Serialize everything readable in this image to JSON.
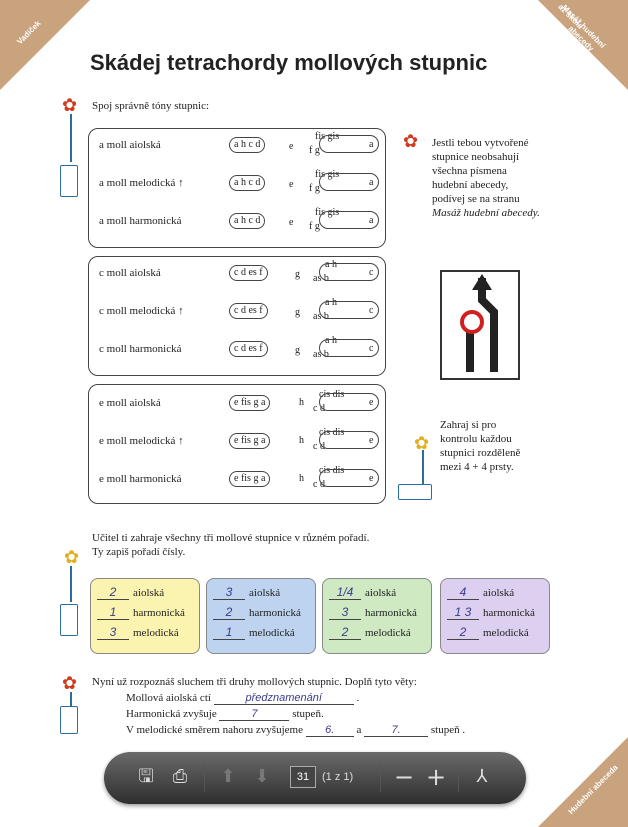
{
  "corners": {
    "top_left": "Vadiček",
    "top_right_line1": "až škola",
    "top_right_line2": "Masáž hudební",
    "top_right_line3": "abecedy",
    "bottom_right": "Hudební abeceda"
  },
  "title": "Skádej tetrachordy mollových stupnic",
  "instruction1": "Spoj správně tóny stupnic:",
  "groups": [
    {
      "rows": [
        {
          "label": "a moll aiolská",
          "notes": "a h c d",
          "mid": "e",
          "up": "fis   gis",
          "low": "f     g",
          "end": "a"
        },
        {
          "label": "a moll melodická ↑",
          "notes": "a h c d",
          "mid": "e",
          "up": "fis   gis",
          "low": "f     g",
          "end": "a"
        },
        {
          "label": "a moll harmonická",
          "notes": "a h c d",
          "mid": "e",
          "up": "fis   gis",
          "low": "f     g",
          "end": "a"
        }
      ]
    },
    {
      "rows": [
        {
          "label": "c moll aiolská",
          "notes": "c d es f",
          "mid": "g",
          "up": "a    h",
          "low": "as    b",
          "end": "c"
        },
        {
          "label": "c moll melodická ↑",
          "notes": "c d es f",
          "mid": "g",
          "up": "a    h",
          "low": "as    b",
          "end": "c"
        },
        {
          "label": "c moll harmonická",
          "notes": "c d es f",
          "mid": "g",
          "up": "a    h",
          "low": "as    b",
          "end": "c"
        }
      ]
    },
    {
      "rows": [
        {
          "label": "e moll aiolská",
          "notes": "e fis g a",
          "mid": "h",
          "up": "cis   dis",
          "low": "c     d",
          "end": "e"
        },
        {
          "label": "e moll melodická ↑",
          "notes": "e fis g a",
          "mid": "h",
          "up": "cis   dis",
          "low": "c     d",
          "end": "e"
        },
        {
          "label": "e moll harmonická",
          "notes": "e fis g a",
          "mid": "h",
          "up": "cis   dis",
          "low": "c     d",
          "end": "e"
        }
      ]
    }
  ],
  "side_note1": {
    "l1": "Jestli tebou vytvořené",
    "l2": "stupnice neobsahují",
    "l3": "všechna písmena",
    "l4": "hudební abecedy,",
    "l5": "podívej se na stranu",
    "l6": "Masáž hudební abecedy."
  },
  "side_note2": {
    "l1": "Zahraj si pro",
    "l2": "kontrolu každou",
    "l3": "stupnici rozděleně",
    "l4": "mezi 4 + 4 prsty."
  },
  "instruction2": {
    "l1": "Učitel ti zahraje všechny tři mollové stupnice v různém pořadí.",
    "l2": "Ty zapiš pořadí čísly."
  },
  "cards": [
    {
      "color": "#fbf3b0",
      "rows": [
        {
          "num": "2",
          "label": "aiolská"
        },
        {
          "num": "1",
          "label": "harmonická"
        },
        {
          "num": "3",
          "label": "melodická"
        }
      ]
    },
    {
      "color": "#bdd3ef",
      "rows": [
        {
          "num": "3",
          "label": "aiolská"
        },
        {
          "num": "2",
          "label": "harmonická"
        },
        {
          "num": "1",
          "label": "melodická"
        }
      ]
    },
    {
      "color": "#cfe9c3",
      "rows": [
        {
          "num": "1/4",
          "label": "aiolská"
        },
        {
          "num": "3",
          "label": "harmonická"
        },
        {
          "num": "2",
          "label": "melodická"
        }
      ]
    },
    {
      "color": "#dccfef",
      "rows": [
        {
          "num": "4",
          "label": "aiolská"
        },
        {
          "num": "1 3",
          "label": "harmonická"
        },
        {
          "num": "2",
          "label": "melodická"
        }
      ]
    }
  ],
  "instruction3": "Nyní už rozpoznáš sluchem tři druhy mollových stupnic. Doplň tyto věty:",
  "sentences": {
    "s1_a": "Mollová aiolská ctí",
    "s1_fill": "předznamenání",
    "s1_b": ".",
    "s2_a": "Harmonická zvyšuje",
    "s2_fill": "7",
    "s2_b": "stupeň.",
    "s3_a": "V melodické směrem nahoru zvyšujeme",
    "s3_fill1": "6.",
    "s3_mid": "a",
    "s3_fill2": "7.",
    "s3_b": "stupeň ."
  },
  "toolbar": {
    "page": "31",
    "page_of": "(1 z 1)"
  }
}
